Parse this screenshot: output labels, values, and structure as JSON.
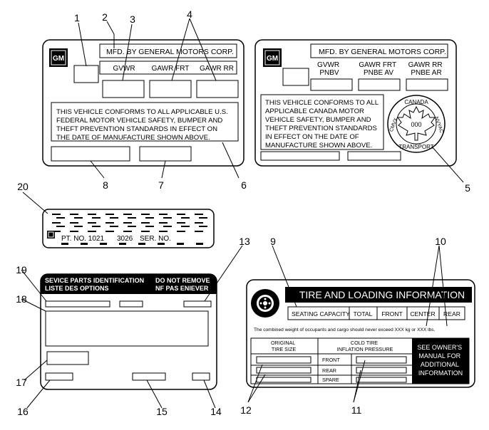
{
  "callouts": [
    "1",
    "2",
    "3",
    "4",
    "5",
    "6",
    "7",
    "8",
    "9",
    "10",
    "11",
    "12",
    "13",
    "14",
    "15",
    "16",
    "17",
    "18",
    "19",
    "20"
  ],
  "gm_logo": "GM",
  "us_label": {
    "manufacturer": "MFD. BY GENERAL MOTORS CORP.",
    "gvwr": "GVWR",
    "gawr_front": "GAWR FRT",
    "gawr_rear": "GAWR RR",
    "statement": [
      "THIS VEHICLE CONFORMS TO ALL APPLICABLE U.S.",
      "FEDERAL MOTOR VEHICLE SAFETY, BUMPER AND",
      "THEFT PREVENTION STANDARDS IN EFFECT ON",
      "THE DATE OF MANUFACTURE SHOWN ABOVE."
    ]
  },
  "canada_label": {
    "manufacturer": "MFD. BY GENERAL MOTORS CORP.",
    "gvwr": [
      "GVWR",
      "PNBV"
    ],
    "gawr_front": [
      "GAWR FRT",
      "PNBE AV"
    ],
    "gawr_rear": [
      "GAWR RR",
      "PNBE AR"
    ],
    "statement": [
      "THIS VEHICLE CONFORMS TO ALL",
      "APPLICABLE CANADA MOTOR",
      "VEHICLE SAFETY, BUMPER AND",
      "THEFT PREVENTION STANDARDS",
      "IN EFFECT ON THE DATE OF",
      "MANUFACTURE SHOWN ABOVE."
    ],
    "seal": {
      "top": "CANADA",
      "left": "CMVX",
      "right": "NVYAC",
      "bottom": "TRANSPORT",
      "center": "000"
    }
  },
  "part_label": {
    "part_no": "PT. NO. 1021",
    "overprint": "3026",
    "serial": "SER. NO."
  },
  "service_label": {
    "header_left": [
      "SEVICE PARTS IDENTIFICATION",
      "LISTE DES OPTIONS"
    ],
    "header_right": [
      "DO NOT REMOVE",
      "NF PAS ENIEVER"
    ]
  },
  "tire_label": {
    "title": "TIRE AND LOADING INFORMATION",
    "columns": [
      "SEATING CAPACITY",
      "TOTAL",
      "FRONT",
      "CENTER",
      "REAR"
    ],
    "weight_text": "The combined weight of occupants and cargo should never exceed XXX kg or XXX lbs.",
    "original_size": [
      "ORIGINAL",
      "TIRE SIZE"
    ],
    "cold_pressure": [
      "COLD TIRE",
      "INFLATION PRESSURE"
    ],
    "rows": [
      "FRONT",
      "REAR",
      "SPARE"
    ],
    "owners_manual": [
      "SEE OWNER'S",
      "MANUAL FOR",
      "ADDITIONAL",
      "INFORMATION"
    ]
  }
}
